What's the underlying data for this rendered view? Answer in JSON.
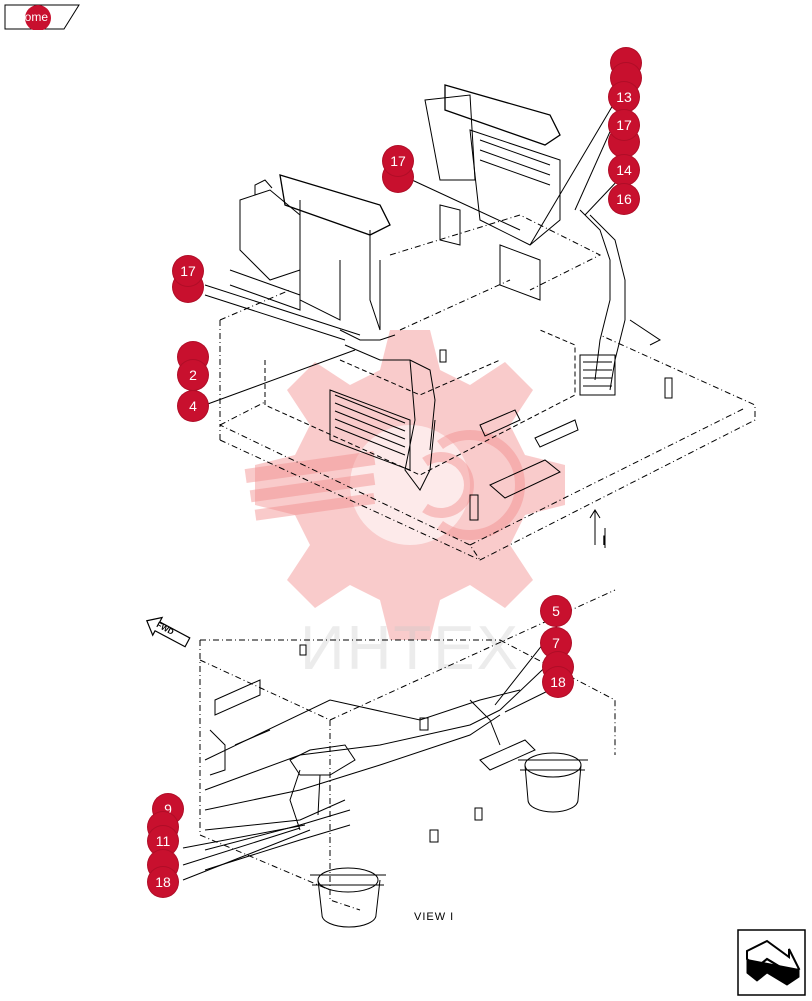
{
  "nav": {
    "home_label": "home"
  },
  "diagram": {
    "view_label": "VIEW I",
    "section_mark": "I",
    "fwd_label": "FWD",
    "watermark_text": "ИНТЕХ"
  },
  "callouts": {
    "c13": "13",
    "c17a": "17",
    "c14": "14",
    "c16": "16",
    "c17b": "17",
    "c17c": "17",
    "c2": "2",
    "c4": "4",
    "c5": "5",
    "c7": "7",
    "c18a": "18",
    "c9": "9",
    "c11": "11",
    "c18b": "18"
  },
  "colors": {
    "callout": "#c8102e",
    "watermark": "#f2b8b8",
    "line": "#000000"
  }
}
